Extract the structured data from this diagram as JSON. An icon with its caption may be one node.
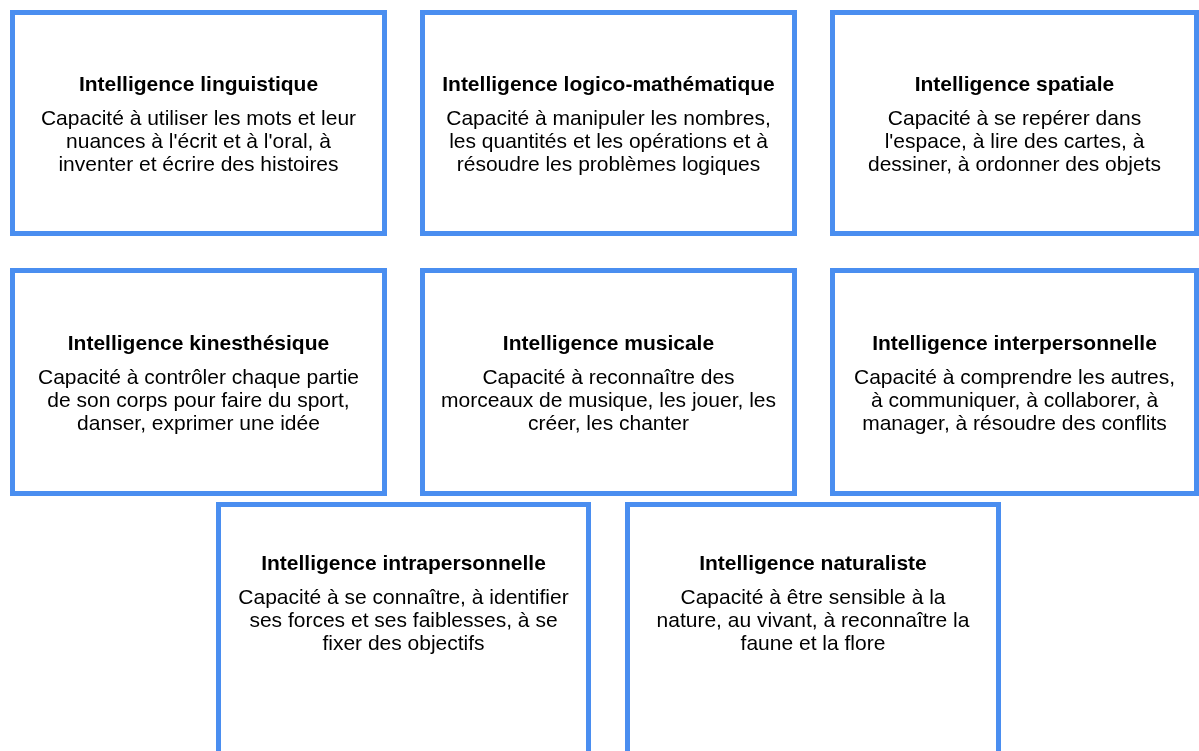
{
  "diagram": {
    "nodes": [
      {
        "text": [
          "Intelligence linguistique",
          "Capacité à utiliser les mots et leur nuances à l'écrit et à l'oral, à inventer et écrire des histoires"
        ]
      },
      {
        "text": [
          "Intelligence logico-mathématique",
          "Capacité à manipuler les nombres, les quantités et les opérations et à résoudre les problèmes logiques"
        ]
      },
      {
        "text": [
          "Intelligence spatiale",
          "Capacité à se repérer dans l'espace, à lire des cartes, à dessiner, à ordonner des objets"
        ]
      },
      {
        "text": [
          "Intelligence kinesthésique",
          "Capacité à contrôler chaque partie de son corps pour faire du sport, danser, exprimer une idée"
        ]
      },
      {
        "text": [
          "Intelligence musicale",
          "Capacité à reconnaître des morceaux de musique, les jouer, les créer, les chanter"
        ]
      },
      {
        "text": [
          "Intelligence interpersonnelle",
          "Capacité à comprendre les autres, à communiquer, à collaborer, à manager, à résoudre des conflits"
        ]
      },
      {
        "text": [
          "Intelligence intrapersonnelle",
          "Capacité à se connaître, à identifier ses forces et ses faiblesses, à se fixer des objectifs"
        ]
      },
      {
        "text": [
          "Intelligence naturaliste",
          "Capacité à être sensible à la nature, au vivant, à reconnaître la faune et la flore"
        ]
      }
    ]
  }
}
